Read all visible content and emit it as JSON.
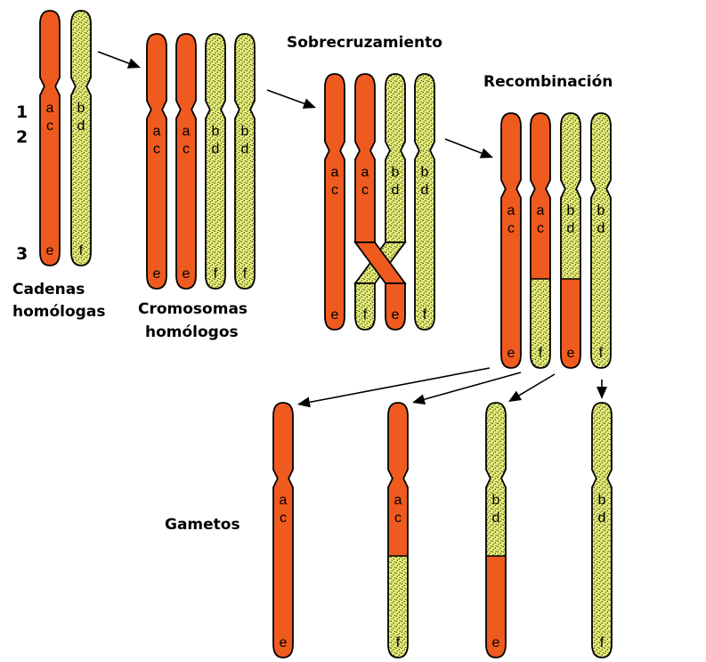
{
  "labels": {
    "cadenas_line1": "Cadenas",
    "cadenas_line2": "homólogas",
    "cromosomas_line1": "Cromosomas",
    "cromosomas_line2": "homólogos",
    "sobrecruzamiento": "Sobrecruzamiento",
    "recombinacion": "Recombinación",
    "gametos": "Gametos",
    "locus_1": "1",
    "locus_2": "2",
    "locus_3": "3"
  },
  "colors": {
    "parent_a": "#ef5a1f",
    "parent_b": "#e6ee78",
    "stipple": "#3c3c10",
    "outline": "#000000"
  },
  "genes": {
    "parent_a": {
      "upper": [
        "a",
        "c"
      ],
      "lower": "e"
    },
    "parent_b": {
      "upper": [
        "b",
        "d"
      ],
      "lower": "f"
    }
  },
  "stages": [
    {
      "name": "cadenas-homologas",
      "chromosomes": [
        "A",
        "B"
      ]
    },
    {
      "name": "cromosomas-homologos",
      "chromosomes": [
        "A",
        "A",
        "B",
        "B"
      ]
    },
    {
      "name": "sobrecruzamiento",
      "chromosomes": [
        "A",
        "A-crossing",
        "B-crossing",
        "B"
      ]
    },
    {
      "name": "recombinacion",
      "chromosomes": [
        "A",
        "A/B",
        "B/A",
        "B"
      ]
    },
    {
      "name": "gametos",
      "chromosomes": [
        "A",
        "A/B",
        "B/A",
        "B"
      ]
    }
  ]
}
